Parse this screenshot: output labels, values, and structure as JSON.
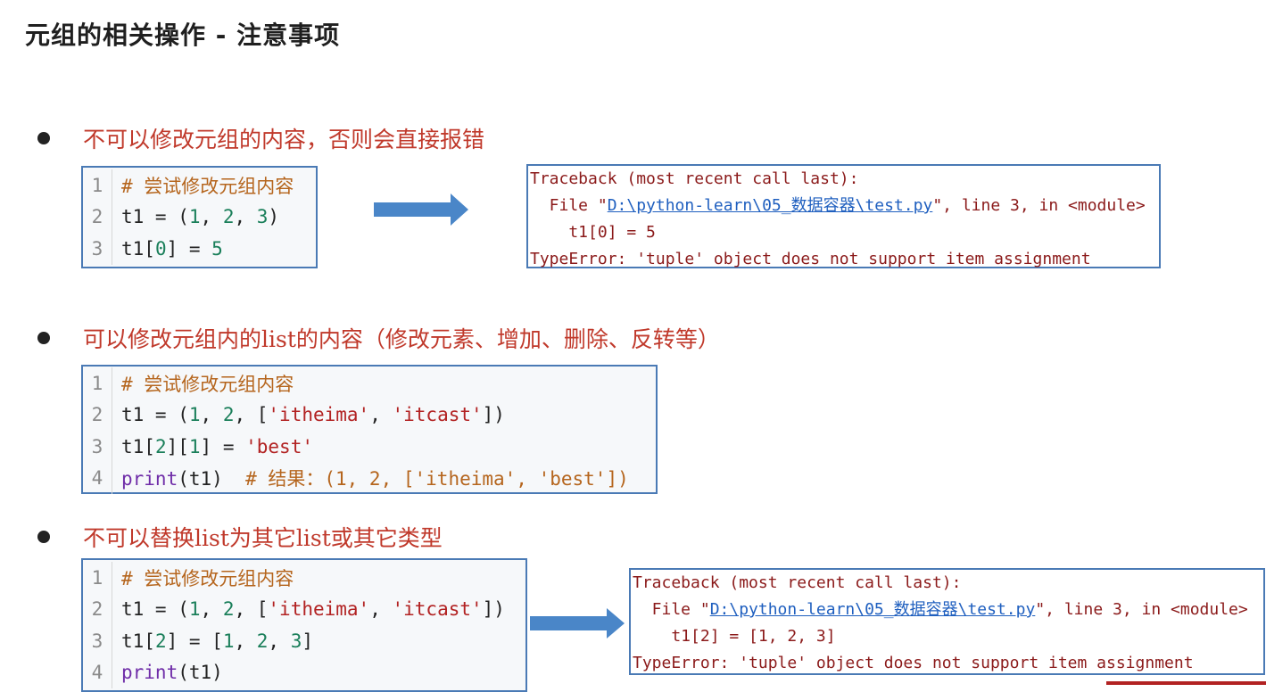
{
  "title": "元组的相关操作 - 注意事项",
  "bullets": [
    "不可以修改元组的内容，否则会直接报错",
    "可以修改元组内的list的内容（修改元素、增加、删除、反转等）",
    "不可以替换list为其它list或其它类型"
  ],
  "code1": {
    "line_numbers": [
      "1",
      "2",
      "3"
    ],
    "l1": "# 尝试修改元组内容",
    "l2": {
      "a": "t1 = (",
      "n1": "1",
      "c1": ", ",
      "n2": "2",
      "c2": ", ",
      "n3": "3",
      "e": ")"
    },
    "l3": {
      "a": "t1[",
      "n1": "0",
      "b": "] = ",
      "n2": "5"
    }
  },
  "traceback1": {
    "header": "Traceback (most recent call last):",
    "file_prefix": "  File \"",
    "file_link": "D:\\python-learn\\05_数据容器\\test.py",
    "file_suffix": "\", line 3, in <module>",
    "code_line": "    t1[0] = 5",
    "error": "TypeError: 'tuple' object does not support item assignment"
  },
  "code2": {
    "line_numbers": [
      "1",
      "2",
      "3",
      "4"
    ],
    "l1": "# 尝试修改元组内容",
    "l2": {
      "a": "t1 = (",
      "n1": "1",
      "c1": ", ",
      "n2": "2",
      "c2": ", [",
      "s1": "'itheima'",
      "c3": ", ",
      "s2": "'itcast'",
      "e": "])"
    },
    "l3": {
      "a": "t1[",
      "n1": "2",
      "b": "][",
      "n2": "1",
      "c": "] = ",
      "s1": "'best'"
    },
    "l4": {
      "kw": "print",
      "a": "(t1)  ",
      "cm": "# 结果：(1, 2, ['itheima', 'best'])"
    }
  },
  "code3": {
    "line_numbers": [
      "1",
      "2",
      "3",
      "4"
    ],
    "l1": "# 尝试修改元组内容",
    "l2": {
      "a": "t1 = (",
      "n1": "1",
      "c1": ", ",
      "n2": "2",
      "c2": ", [",
      "s1": "'itheima'",
      "c3": ", ",
      "s2": "'itcast'",
      "e": "])"
    },
    "l3": {
      "a": "t1[",
      "n1": "2",
      "b": "] = [",
      "n2": "1",
      "c1": ", ",
      "n3": "2",
      "c2": ", ",
      "n4": "3",
      "e": "]"
    },
    "l4": {
      "kw": "print",
      "a": "(t1)"
    }
  },
  "traceback2": {
    "header": "Traceback (most recent call last):",
    "file_prefix": "  File \"",
    "file_link": "D:\\python-learn\\05_数据容器\\test.py",
    "file_suffix": "\", line 3, in <module>",
    "code_line": "    t1[2] = [1, 2, 3]",
    "error": "TypeError: 'tuple' object does not support item assignment"
  },
  "colors": {
    "accent_blue": "#4a7ab5",
    "arrow_blue": "#4a86c8",
    "bullet_red": "#c0392b"
  },
  "icons": [
    "right-arrow-icon",
    "bullet-dot-icon"
  ]
}
